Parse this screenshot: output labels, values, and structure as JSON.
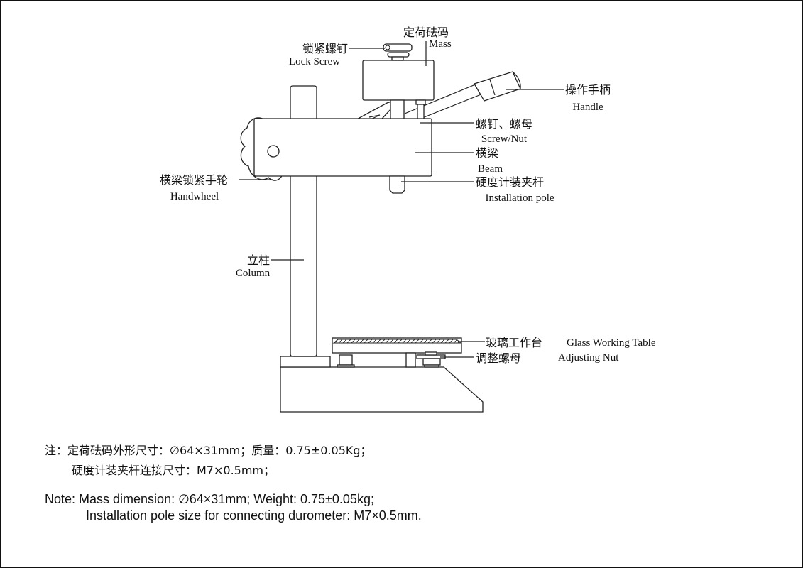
{
  "labels": {
    "mass_zh": "定荷砝码",
    "mass_en": "Mass",
    "lock_screw_zh": "锁紧螺钉",
    "lock_screw_en": "Lock Screw",
    "handle_zh": "操作手柄",
    "handle_en": "Handle",
    "screw_nut_zh": "螺钉、螺母",
    "screw_nut_en": "Screw/Nut",
    "beam_zh": "横梁",
    "beam_en": "Beam",
    "install_pole_zh": "硬度计装夹杆",
    "install_pole_en": "Installation pole",
    "handwheel_zh": "横梁锁紧手轮",
    "handwheel_en": "Handwheel",
    "column_zh": "立柱",
    "column_en": "Column",
    "glass_table_zh": "玻璃工作台",
    "glass_table_en": "Glass Working Table",
    "adjusting_nut_zh": "调整螺母",
    "adjusting_nut_en": "Adjusting Nut"
  },
  "notes": {
    "zh_line1": "注：定荷砝码外形尺寸：∅64×31mm；质量：0.75±0.05Kg；",
    "zh_line2": "硬度计装夹杆连接尺寸：M7×0.5mm；",
    "en_line1": "Note: Mass dimension: ∅64×31mm; Weight: 0.75±0.05kg;",
    "en_line2": "Installation pole size for connecting durometer: M7×0.5mm."
  }
}
